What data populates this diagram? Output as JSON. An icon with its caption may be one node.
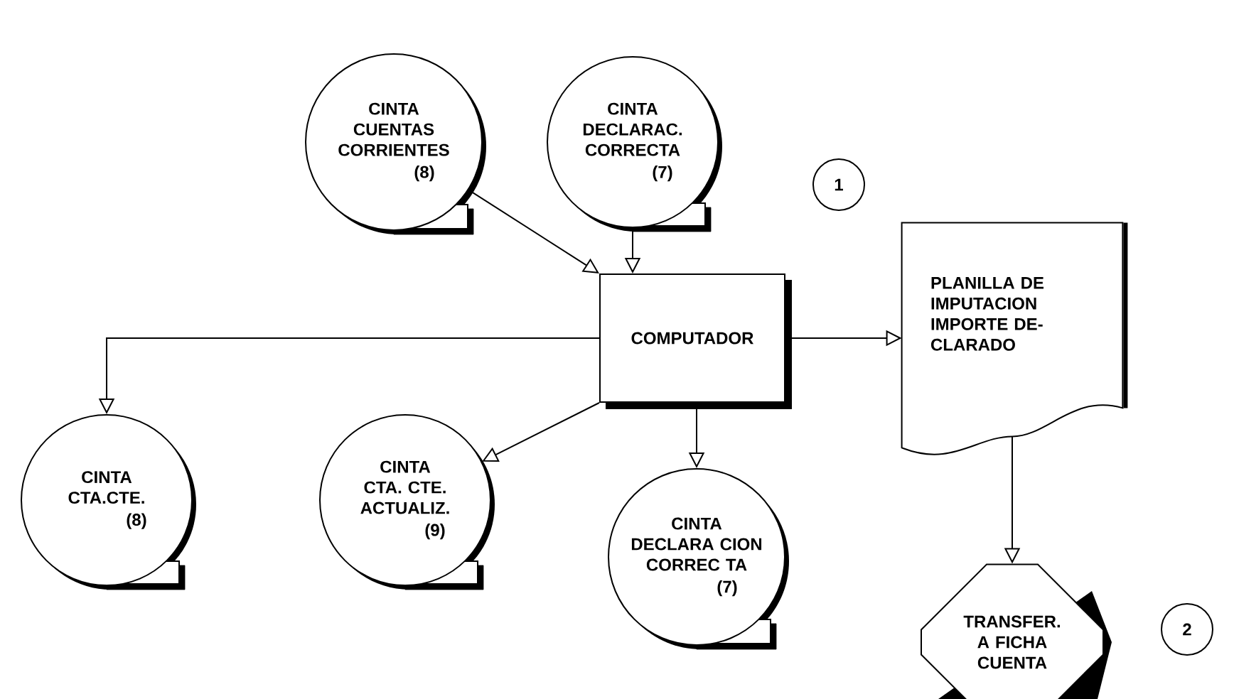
{
  "diagram": {
    "nodes": [
      {
        "text": [
          "CINTA CUENTAS CORRIENTES",
          "(8)"
        ]
      },
      {
        "text": [
          "CINTA DECLARAC. CORRECTA",
          "(7)"
        ]
      },
      {
        "text": [
          "1"
        ]
      },
      {
        "text": [
          "COMPUTADOR"
        ]
      },
      {
        "text": [
          "PLANILLA DE IMPUTACION IMPORTE DE- CLARADO"
        ]
      },
      {
        "text": [
          "CINTA CTA.CTE.",
          "(8)"
        ]
      },
      {
        "text": [
          "CINTA CTA. CTE. ACTUALIZ.",
          "(9)"
        ]
      },
      {
        "text": [
          "CINTA DECLARA CION CORREC TA",
          "(7)"
        ]
      },
      {
        "text": [
          "TRANSFER. A FICHA CUENTA"
        ]
      },
      {
        "text": [
          "2"
        ]
      }
    ],
    "edges": [
      {
        "from": 0,
        "to": 3,
        "arrow": "to"
      },
      {
        "from": 1,
        "to": 3,
        "arrow": "to"
      },
      {
        "from": 3,
        "to": 4,
        "arrow": "to"
      },
      {
        "from": 3,
        "to": 5,
        "arrow": "to"
      },
      {
        "from": 3,
        "to": 6,
        "arrow": "to"
      },
      {
        "from": 3,
        "to": 7,
        "arrow": "to"
      },
      {
        "from": 4,
        "to": 8,
        "arrow": "to"
      }
    ]
  }
}
